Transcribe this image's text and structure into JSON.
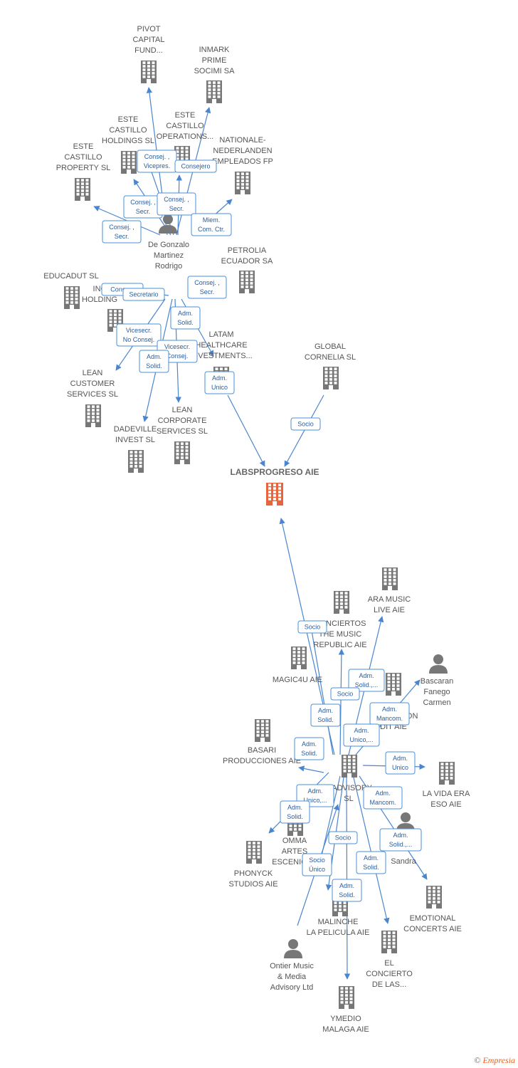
{
  "colors": {
    "building": "#777777",
    "center": "#e8643c",
    "edge": "#4a86cf",
    "rel_border": "#4a90d9"
  },
  "center": {
    "label": "LABSPROGRESO AIE"
  },
  "nodes": [
    {
      "id": "pivot",
      "type": "company",
      "label": [
        "PIVOT",
        "CAPITAL",
        "FUND..."
      ]
    },
    {
      "id": "inmark",
      "type": "company",
      "label": [
        "INMARK",
        "PRIME",
        "SOCIMI SA"
      ]
    },
    {
      "id": "este_hold",
      "type": "company",
      "label": [
        "ESTE",
        "CASTILLO",
        "HOLDINGS  SL"
      ]
    },
    {
      "id": "este_ops",
      "type": "company",
      "label": [
        "ESTE",
        "CASTILLO",
        "OPERATIONS..."
      ]
    },
    {
      "id": "nationale",
      "type": "company",
      "label": [
        "NATIONALE-",
        "NEDERLANDEN",
        "EMPLEADOS FP"
      ]
    },
    {
      "id": "este_prop",
      "type": "company",
      "label": [
        "ESTE",
        "CASTILLO",
        "PROPERTY  SL"
      ]
    },
    {
      "id": "degonzalo",
      "type": "person",
      "label": [
        "De Gonzalo",
        "Martinez",
        "Rodrigo"
      ]
    },
    {
      "id": "petrolia",
      "type": "company",
      "label": [
        "PETROLIA",
        "ECUADOR SA"
      ]
    },
    {
      "id": "educadut",
      "type": "company",
      "label": [
        "EDUCADUT  SL"
      ]
    },
    {
      "id": "inc_hold",
      "type": "company",
      "label": [
        "INC",
        "HOLDING"
      ]
    },
    {
      "id": "latam",
      "type": "company",
      "label": [
        "LATAM",
        "HEALTHCARE",
        "INVESTMENTS..."
      ]
    },
    {
      "id": "global",
      "type": "company",
      "label": [
        "GLOBAL",
        "CORNELIA  SL"
      ]
    },
    {
      "id": "lean_cust",
      "type": "company",
      "label": [
        "LEAN",
        "CUSTOMER",
        "SERVICES  SL"
      ]
    },
    {
      "id": "lean_corp",
      "type": "company",
      "label": [
        "LEAN",
        "CORPORATE",
        "SERVICES  SL"
      ]
    },
    {
      "id": "dadeville",
      "type": "company",
      "label": [
        "DADEVILLE",
        "INVEST  SL"
      ]
    },
    {
      "id": "ara",
      "type": "company",
      "label": [
        "ARA MUSIC",
        "LIVE AIE"
      ]
    },
    {
      "id": "conciertos",
      "type": "company",
      "label": [
        "CONCIERTOS",
        "THE MUSIC",
        "REPUBLIC AIE"
      ]
    },
    {
      "id": "magic4u",
      "type": "company",
      "label": [
        "MAGIC4U AIE"
      ]
    },
    {
      "id": "bascaran",
      "type": "person",
      "label": [
        "Bascaran",
        "Fanego",
        "Carmen"
      ]
    },
    {
      "id": "innovacion",
      "type": "company",
      "label": [
        "INNOVACION",
        "DIT AIE"
      ]
    },
    {
      "id": "basari",
      "type": "company",
      "label": [
        "BASARI",
        "PRODUCCIONES AIE"
      ]
    },
    {
      "id": "madvisory",
      "type": "company",
      "label": [
        "MADVISORY",
        "SL"
      ]
    },
    {
      "id": "la_vida",
      "type": "company",
      "label": [
        "LA VIDA ERA",
        "ESO AIE"
      ]
    },
    {
      "id": "omma",
      "type": "company",
      "label": [
        "OMMA",
        "ARTES",
        "ESCENICAS"
      ]
    },
    {
      "id": "sandra",
      "type": "person",
      "label": [
        "Sandra"
      ]
    },
    {
      "id": "phonyck",
      "type": "company",
      "label": [
        "PHONYCK",
        "STUDIOS AIE"
      ]
    },
    {
      "id": "emotional",
      "type": "company",
      "label": [
        "EMOTIONAL",
        "CONCERTS AIE"
      ]
    },
    {
      "id": "malinche",
      "type": "company",
      "label": [
        "MALINCHE",
        "LA PELICULA AIE"
      ]
    },
    {
      "id": "el_concierto",
      "type": "company",
      "label": [
        "EL",
        "CONCIERTO",
        "DE LAS..."
      ]
    },
    {
      "id": "ontier",
      "type": "person",
      "label": [
        "Ontier Music",
        "& Media",
        "Advisory Ltd"
      ]
    },
    {
      "id": "ymedio",
      "type": "company",
      "label": [
        "YMEDIO",
        "MALAGA AIE"
      ]
    }
  ],
  "relations": [
    [
      "Consej. ,",
      "Vicepres."
    ],
    [
      "Consejero"
    ],
    [
      "Consej. ,",
      "Secr."
    ],
    [
      "Consej. ,",
      "Secr."
    ],
    [
      "Consej. ,",
      "Secr."
    ],
    [
      "Miem.",
      "Com. Ctr."
    ],
    [
      "Consej. ,",
      "Secr."
    ],
    [
      "Conse..."
    ],
    [
      "Secretario"
    ],
    [
      "Adm.",
      "Solid."
    ],
    [
      "Vicesecr.",
      "No Consej."
    ],
    [
      "Vicesecr.",
      "Consej."
    ],
    [
      "Adm.",
      "Solid."
    ],
    [
      "Adm.",
      "Unico"
    ],
    [
      "Socio"
    ],
    [
      "Socio"
    ],
    [
      "Adm.",
      "Solid.,..."
    ],
    [
      "Socio"
    ],
    [
      "Adm.",
      "Mancom."
    ],
    [
      "Adm.",
      "Solid."
    ],
    [
      "Adm.",
      "Unico,..."
    ],
    [
      "Adm.",
      "Solid."
    ],
    [
      "Adm.",
      "Unico"
    ],
    [
      "Adm.",
      "Unico,..."
    ],
    [
      "Adm.",
      "Mancom."
    ],
    [
      "Adm.",
      "Solid."
    ],
    [
      "Socio"
    ],
    [
      "Adm.",
      "Solid.,..."
    ],
    [
      "Socio",
      "Único"
    ],
    [
      "Adm.",
      "Solid."
    ],
    [
      "Adm.",
      "Solid."
    ]
  ],
  "footer": {
    "copyright": "©",
    "brand": "Empresia"
  }
}
